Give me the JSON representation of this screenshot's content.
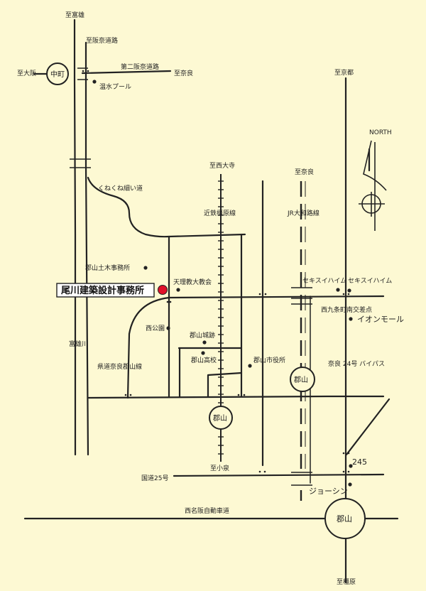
{
  "labels": {
    "to_tomio": "至富雄",
    "to_hanna_road": "至阪奈道路",
    "to_osaka": "至大阪",
    "nakamachi": "中町",
    "second_hanna": "第二阪奈道路",
    "to_nara_top": "至奈良",
    "onsui_pool": "温水プール",
    "to_kyoto": "至京都",
    "north": "NORTH",
    "to_saidaiji": "至西大寺",
    "to_nara_jr": "至奈良",
    "kunekune": "くねくね細い道",
    "kintetsu_kashihara": "近鉄橿原線",
    "jr_yamatoji": "JR大和路線",
    "doboku": "郡山土木事務所",
    "office": "尾川建築設計事務所",
    "tenri_univ": "天理教大教会",
    "sekisui_1": "セキスイハイム",
    "sekisui_2": "セキスイハイム",
    "nishikujo": "西九条町南交差点",
    "aeon": "イオンモール",
    "nishi_park": "西公園",
    "koriyama_castle": "郡山城跡",
    "tomio_river": "富雄川",
    "koriyama_high": "郡山高校",
    "city_hall": "郡山市役所",
    "prefectural_road": "県道奈良郡山線",
    "nara24_bypass": "奈良 24号 バイパス",
    "koriyama_jr": "郡山",
    "koriyama_kintetsu": "郡山",
    "to_koizumi": "至小泉",
    "route25": "国道25号",
    "r245": "245",
    "joshin": "ジョーシン",
    "nishimeihan": "西名阪自動車道",
    "koriyama_ic": "郡山",
    "to_kashihara": "至橿原"
  },
  "colors": {
    "background": "#fdf9d3",
    "ink": "#222222",
    "office_marker": "#e0102a",
    "office_label_bg": "#ffffff"
  },
  "icons": {
    "north_arrow": "compass-north-icon",
    "office_marker": "red-dot-marker-icon",
    "landmark": "dot-icon"
  }
}
